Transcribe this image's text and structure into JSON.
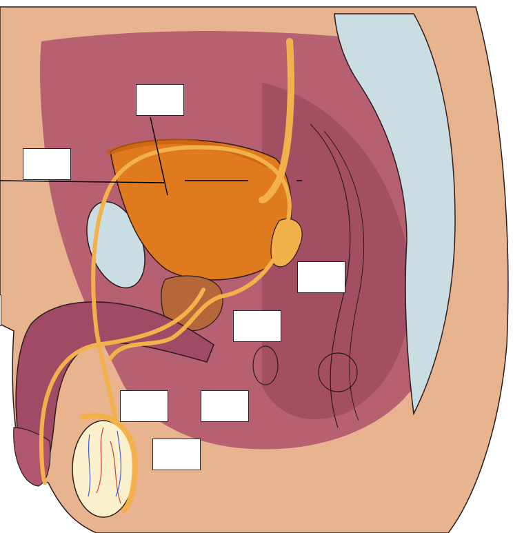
{
  "diagram": {
    "labels": [
      {
        "id": "label-1",
        "text": ""
      },
      {
        "id": "label-2",
        "text": ""
      },
      {
        "id": "label-3",
        "text": ""
      },
      {
        "id": "label-4",
        "text": ""
      },
      {
        "id": "label-5",
        "text": ""
      },
      {
        "id": "label-6",
        "text": ""
      },
      {
        "id": "label-7",
        "text": ""
      },
      {
        "id": "label-8",
        "text": ""
      }
    ]
  },
  "colors": {
    "skin": "#e8b38f",
    "skin_dark": "#c98a66",
    "cavity": "#b0566e",
    "cavity_dark": "#8e3a52",
    "bladder": "#e07a1f",
    "bladder_dark": "#c8600f",
    "duct": "#f2b14a",
    "duct_outline": "#c9862a",
    "prostate": "#b5673a",
    "bone": "#c9dde3",
    "shaft": "#a04a66",
    "testis": "#fbf0cc",
    "vessel_red": "#d23a3a",
    "vessel_blue": "#3a5ad2",
    "outline": "#2a1a1a"
  }
}
